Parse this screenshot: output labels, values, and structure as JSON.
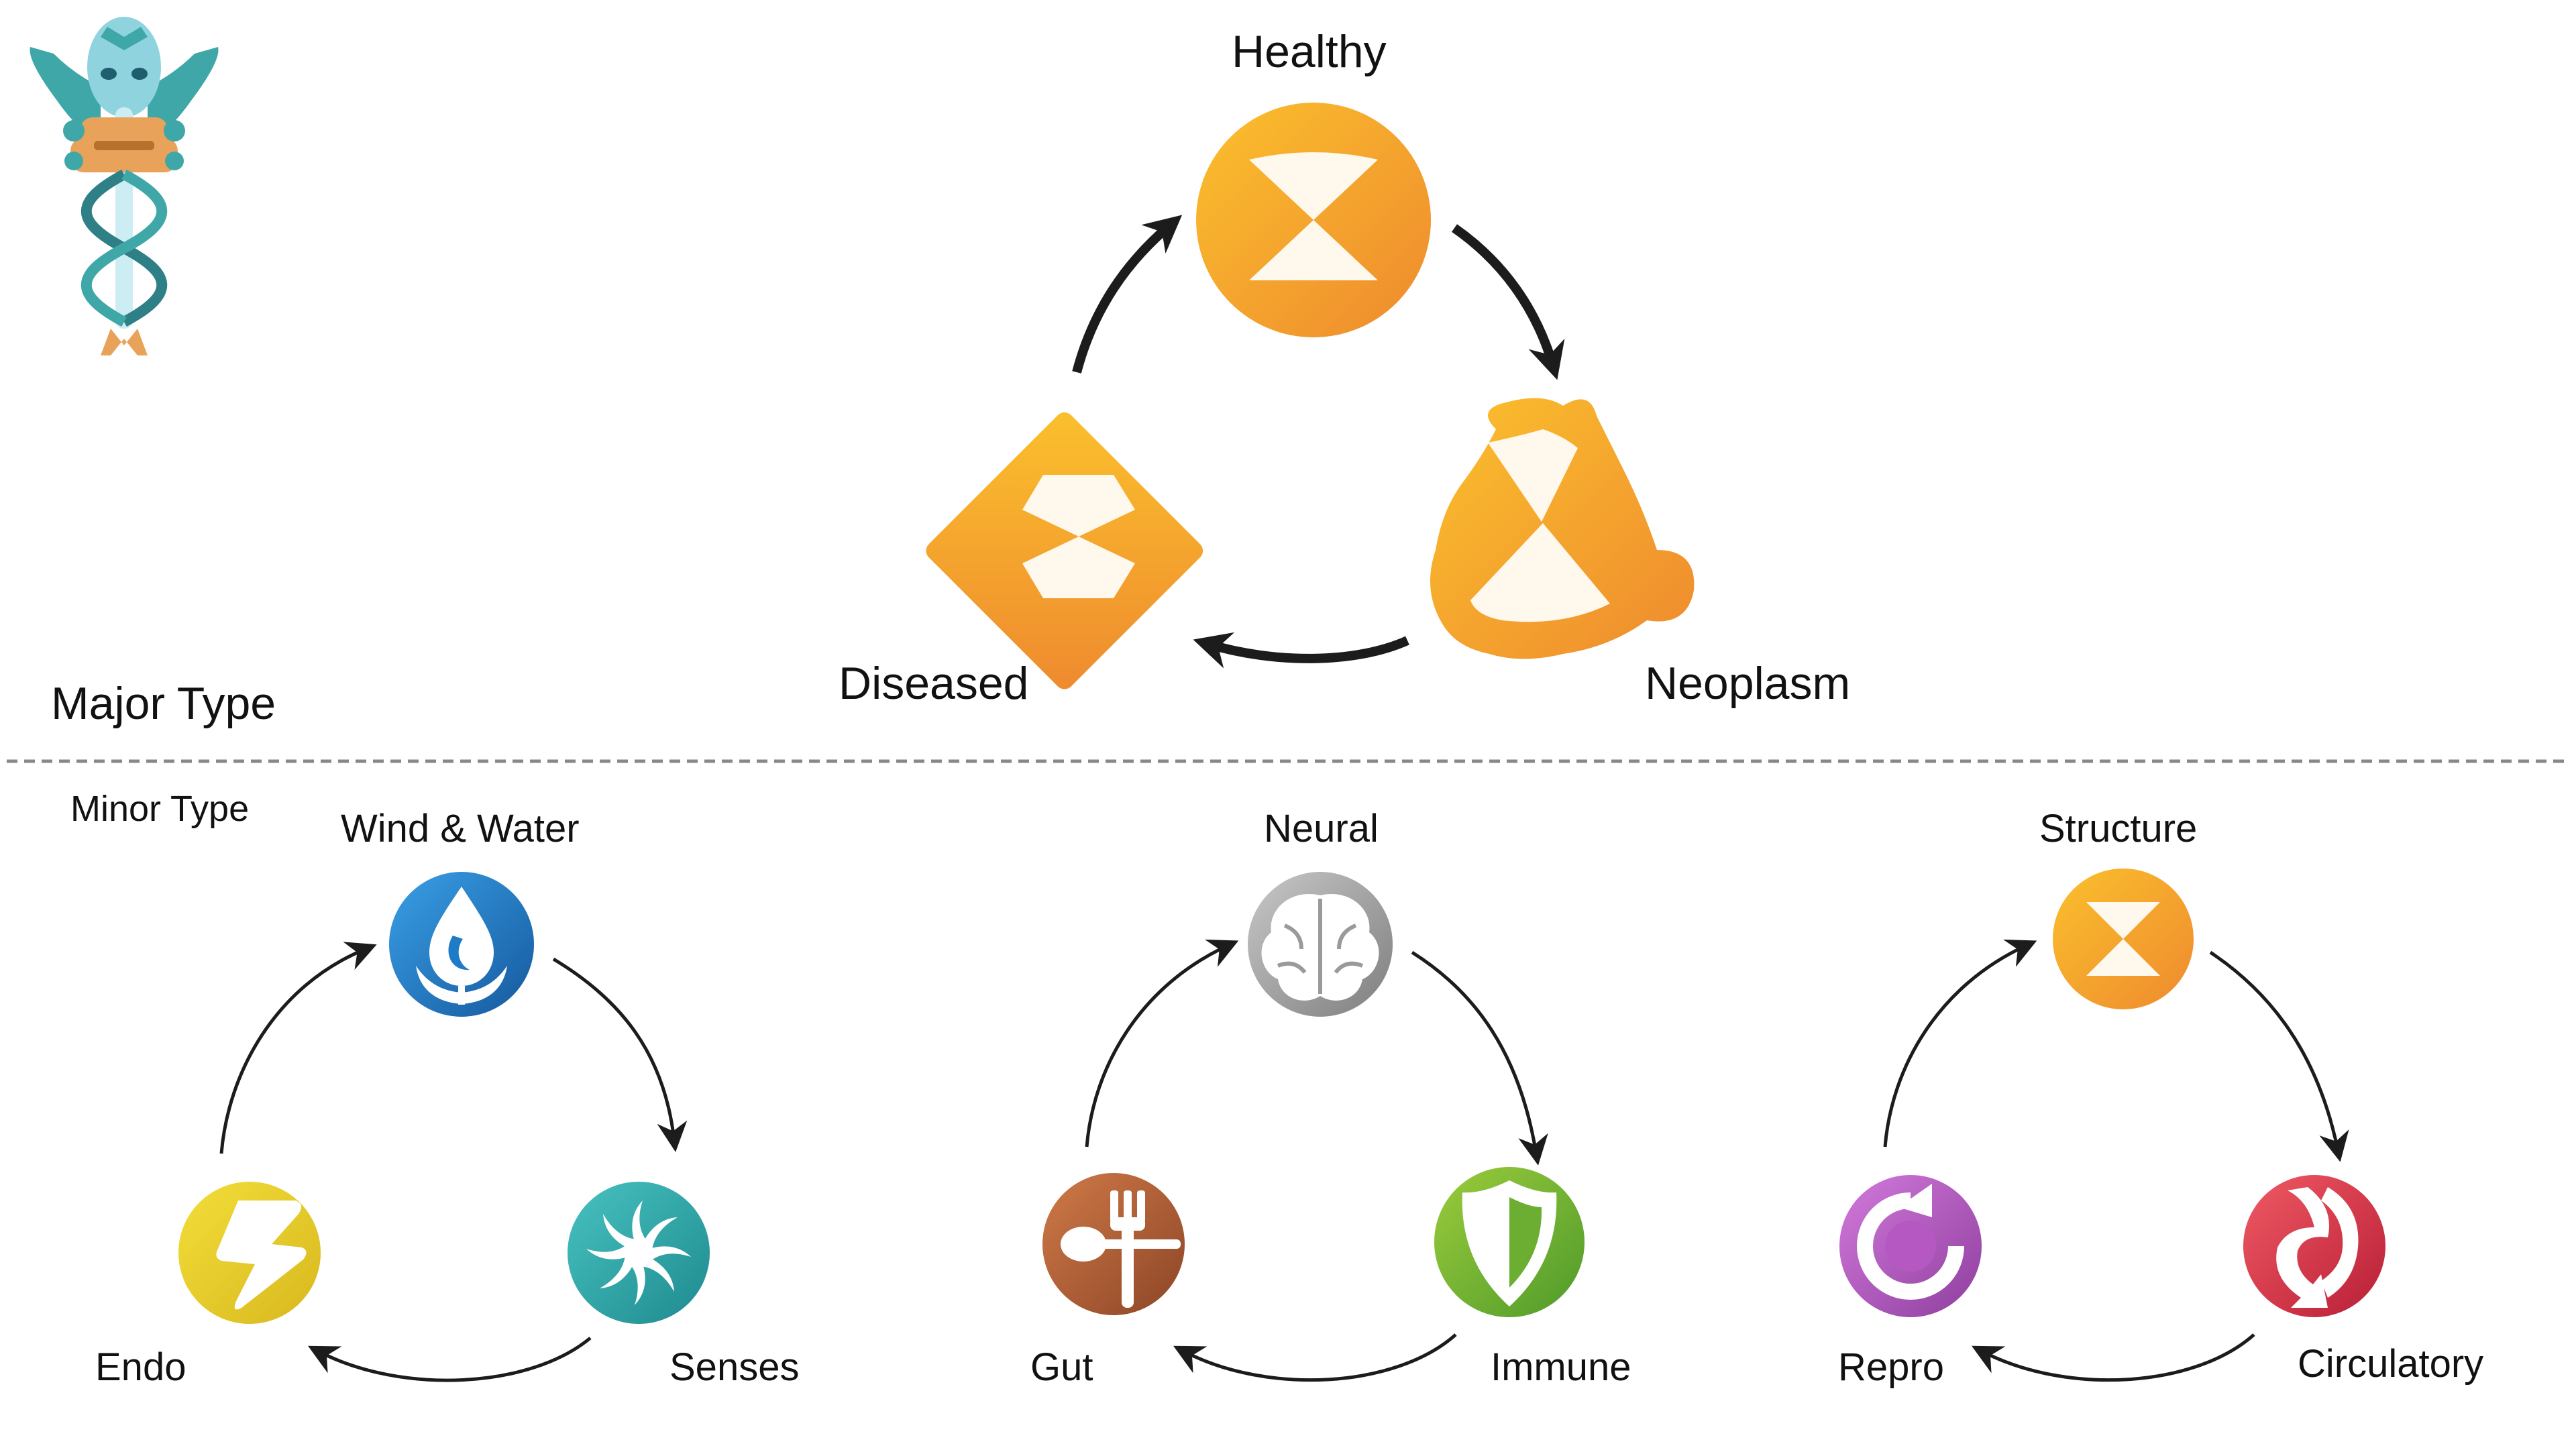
{
  "labels": {
    "major_type": "Major Type",
    "minor_type": "Minor Type"
  },
  "major_cycle": {
    "healthy": "Healthy",
    "neoplasm": "Neoplasm",
    "diseased": "Diseased"
  },
  "minor_cycles": [
    {
      "top": "Wind & Water",
      "right": "Senses",
      "left": "Endo"
    },
    {
      "top": "Neural",
      "right": "Immune",
      "left": "Gut"
    },
    {
      "top": "Structure",
      "right": "Circulatory",
      "left": "Repro"
    }
  ],
  "icons": {
    "logo": "caduceus-snake-logo",
    "healthy": "hourglass-circle-icon",
    "neoplasm": "hourglass-blob-icon",
    "diseased": "hourglass-diamond-icon",
    "wind_water": "water-drop-leaf-icon",
    "senses": "pinwheel-icon",
    "endo": "lightning-icon",
    "neural": "brain-icon",
    "immune": "shield-icon",
    "gut": "fork-spoon-icon",
    "structure": "hourglass-circle-icon",
    "circulatory": "heart-arrows-icon",
    "repro": "refresh-circle-icon"
  },
  "colors": {
    "orange_light": "#FBC02D",
    "orange_dark": "#EE8A2E",
    "blue": "#1E7BC8",
    "teal": "#2BA8A8",
    "yellow": "#E8CF2A",
    "gray": "#A9A9A9",
    "green": "#6BAE32",
    "brown": "#B2603A",
    "red": "#DA2A44",
    "purple": "#B558C2",
    "cream": "#FFF8EC",
    "arrow": "#1C1C1C"
  }
}
